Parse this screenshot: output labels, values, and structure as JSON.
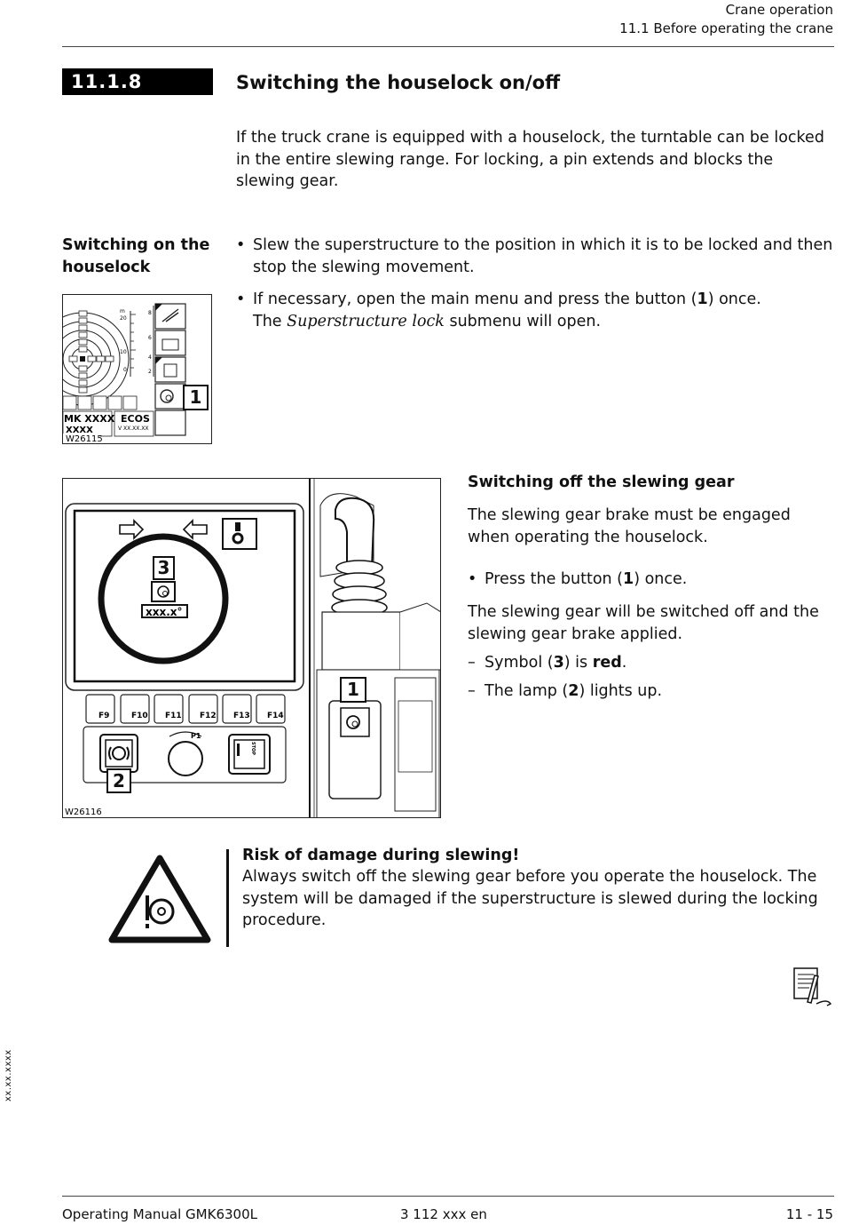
{
  "header": {
    "chapter": "Crane operation",
    "section": "11.1 Before operating the crane"
  },
  "section": {
    "number": "11.1.8",
    "title": "Switching the houselock on/off"
  },
  "intro": "If the truck crane is equipped with a houselock, the turntable can be locked in the entire slewing range. For locking, a pin extends and blocks the slewing gear.",
  "switch_on": {
    "heading": "Switching on the houselock",
    "bullet_1": "Slew the superstructure to the position in which it is to be locked and then stop the slewing movement.",
    "bullet_2": {
      "text": "If necessary, open the main menu and press the button (",
      "num": "1",
      "text_after": ") once.",
      "line2_before": "The ",
      "submenu": "Superstructure lock",
      "line2_after": " submenu will open."
    }
  },
  "figure1": {
    "code": "W26115",
    "callout": "1",
    "label_model": "MK XXXX",
    "label_model2": "XXXX",
    "label_ecos": "ECOS",
    "label_version": "V XX.XX.XX",
    "scale": [
      "20",
      "10",
      "0"
    ],
    "scale_right": [
      "8",
      "6",
      "4",
      "2"
    ],
    "unit": "m"
  },
  "figure2": {
    "code": "W26116",
    "callout_3": "3",
    "callout_2": "2",
    "callout_1": "1",
    "angle": "xxx.x°",
    "fkeys": [
      "F9",
      "F10",
      "F11",
      "F12",
      "F13",
      "F14"
    ],
    "knob_label": "P1",
    "stop_label": "STOP"
  },
  "slewing_off": {
    "heading": "Switching off the slewing gear",
    "para": "The slewing gear brake must be engaged when operating the houselock.",
    "bullet": {
      "before": "Press the button (",
      "num": "1",
      "after": ") once."
    },
    "result": "The slewing gear will be switched off and the slewing gear brake applied.",
    "dash_1": {
      "before": "Symbol (",
      "num": "3",
      "mid": ") is ",
      "strong": "red",
      "after": "."
    },
    "dash_2": {
      "before": "The lamp (",
      "num": "2",
      "after": ") lights up."
    }
  },
  "warning": {
    "title": "Risk of damage during slewing!",
    "text": "Always switch off the slewing gear before you operate the houselock. The system will be damaged if the superstructure is slewed during the locking procedure."
  },
  "side_code": "xx.xx.xxxx",
  "footer": {
    "left": "Operating Manual GMK6300L",
    "center": "3 112 xxx en",
    "right": "11 - 15"
  }
}
